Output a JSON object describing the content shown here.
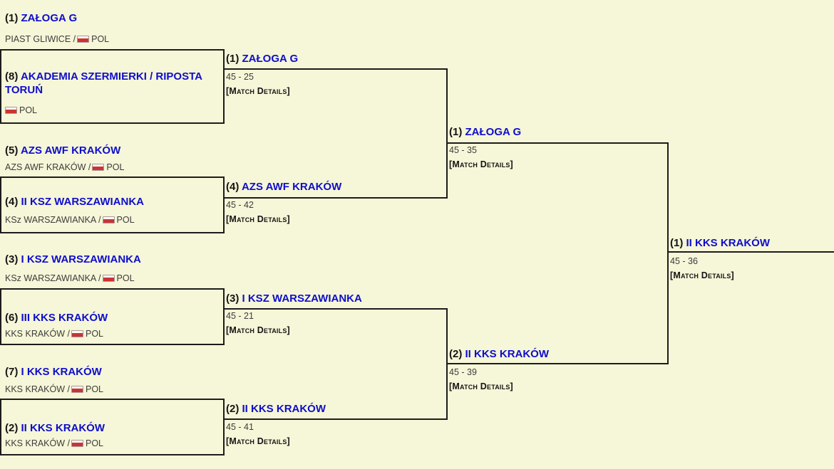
{
  "page": {
    "type": "knockout-bracket-tableau-of-8",
    "colors": {
      "background": "#F6F6D8",
      "bracket_line": "#1C1C1C",
      "team_link_blue": "#0E0ECC",
      "seed_text": "#151515",
      "muted_text": "#3C3C3C",
      "flag_red": "#CB3434",
      "flag_white": "#FBFBF6"
    },
    "icons": {
      "flag": "poland-flag-icon"
    }
  },
  "bracket": {
    "round1": [
      {
        "seed": "(1)",
        "name": "ZAŁOGA G",
        "club": "PIAST GLIWICE /",
        "country": "POL"
      },
      {
        "seed": "(8)",
        "name": "AKADEMIA SZERMIERKI / RIPOSTA TORUŃ",
        "club": "",
        "country": "POL"
      },
      {
        "seed": "(5)",
        "name": "AZS AWF KRAKÓW",
        "club": "AZS AWF KRAKÓW /",
        "country": "POL"
      },
      {
        "seed": "(4)",
        "name": "II KSZ WARSZAWIANKA",
        "club": "KSz WARSZAWIANKA /",
        "country": "POL"
      },
      {
        "seed": "(3)",
        "name": "I KSZ WARSZAWIANKA",
        "club": "KSz WARSZAWIANKA /",
        "country": "POL"
      },
      {
        "seed": "(6)",
        "name": "III KKS KRAKÓW",
        "club": "KKS KRAKÓW /",
        "country": "POL"
      },
      {
        "seed": "(7)",
        "name": "I KKS KRAKÓW",
        "club": "KKS KRAKÓW /",
        "country": "POL"
      },
      {
        "seed": "(2)",
        "name": "II KKS KRAKÓW",
        "club": "KKS KRAKÓW /",
        "country": "POL"
      }
    ],
    "round2": [
      {
        "seed": "(1)",
        "name": "ZAŁOGA G",
        "score": "45 - 25",
        "details": "[Match Details]"
      },
      {
        "seed": "(4)",
        "name": "AZS AWF KRAKÓW",
        "score": "45 - 42",
        "details": "[Match Details]"
      },
      {
        "seed": "(3)",
        "name": "I KSZ WARSZAWIANKA",
        "score": "45 - 21",
        "details": "[Match Details]"
      },
      {
        "seed": "(2)",
        "name": "II KKS KRAKÓW",
        "score": "45 - 41",
        "details": "[Match Details]"
      }
    ],
    "semifinals": [
      {
        "seed": "(1)",
        "name": "ZAŁOGA G",
        "score": "45 - 35",
        "details": "[Match Details]"
      },
      {
        "seed": "(2)",
        "name": "II KKS KRAKÓW",
        "score": "45 - 39",
        "details": "[Match Details]"
      }
    ],
    "final": {
      "seed": "(1)",
      "name": "II KKS KRAKÓW",
      "score": "45 - 36",
      "details": "[Match Details]"
    }
  }
}
